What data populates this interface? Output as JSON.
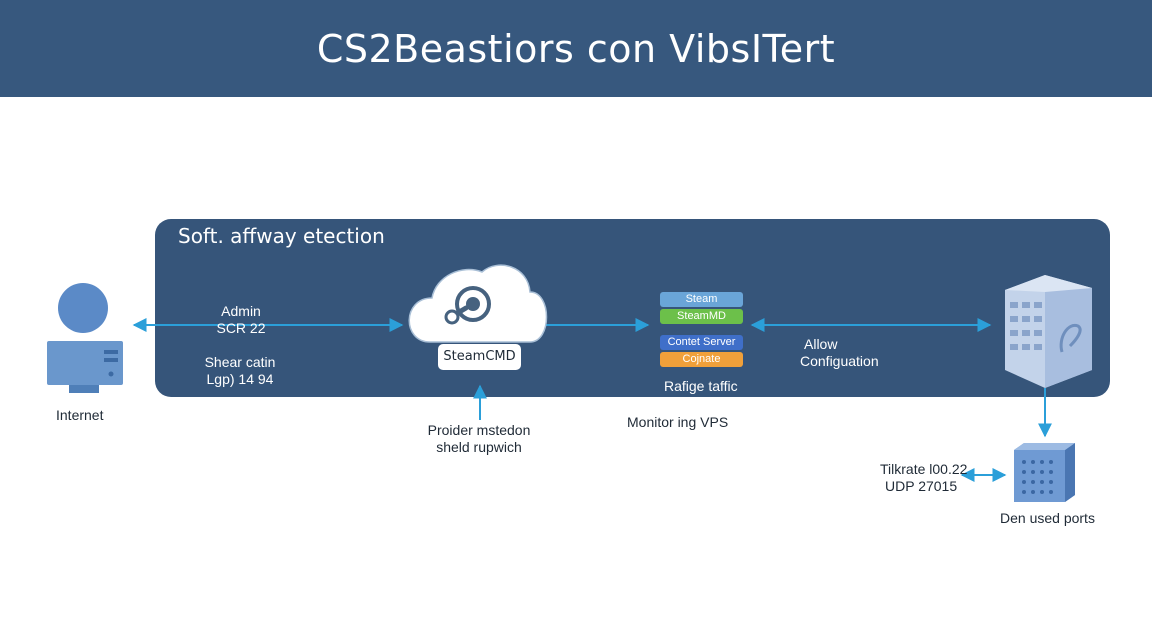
{
  "header": {
    "title": "CS2Beastiors con VibsITert"
  },
  "panel": {
    "title": "Soft. affway etection"
  },
  "nodes": {
    "internet": {
      "label": "Internet",
      "icon": "computer-user-icon"
    },
    "steamcmd": {
      "label": "SteamCMD",
      "icon": "steam-cloud-icon"
    },
    "vps_server": {
      "icon": "server-building-icon"
    },
    "ports_box": {
      "label": "Den used ports",
      "icon": "server-box-icon"
    }
  },
  "stack": {
    "items": [
      {
        "label": "Steam",
        "color": "#6aa5d8"
      },
      {
        "label": "SteamMD",
        "color": "#6cc04a"
      },
      {
        "label": "Contet Server",
        "color": "#3f6fc9"
      },
      {
        "label": "Cojnate",
        "color": "#f0a03a"
      }
    ],
    "caption": "Rafige taffic"
  },
  "labels": {
    "admin_line1": "Admin",
    "admin_line2": "SCR 22",
    "shear_line1": "Shear catin",
    "shear_line2": "Lgp) 14 94",
    "allow_line1": "Allow",
    "allow_line2": "Configuation",
    "provider_line1": "Proider mstedon",
    "provider_line2": "sheld rupwich",
    "monitor": "Monitor ing VPS",
    "ports_line1": "Tilkrate l00.22",
    "ports_line2": "UDP 27015"
  },
  "colors": {
    "header": "#37587e",
    "panel": "#36557a",
    "arrow": "#2b9fd9"
  }
}
